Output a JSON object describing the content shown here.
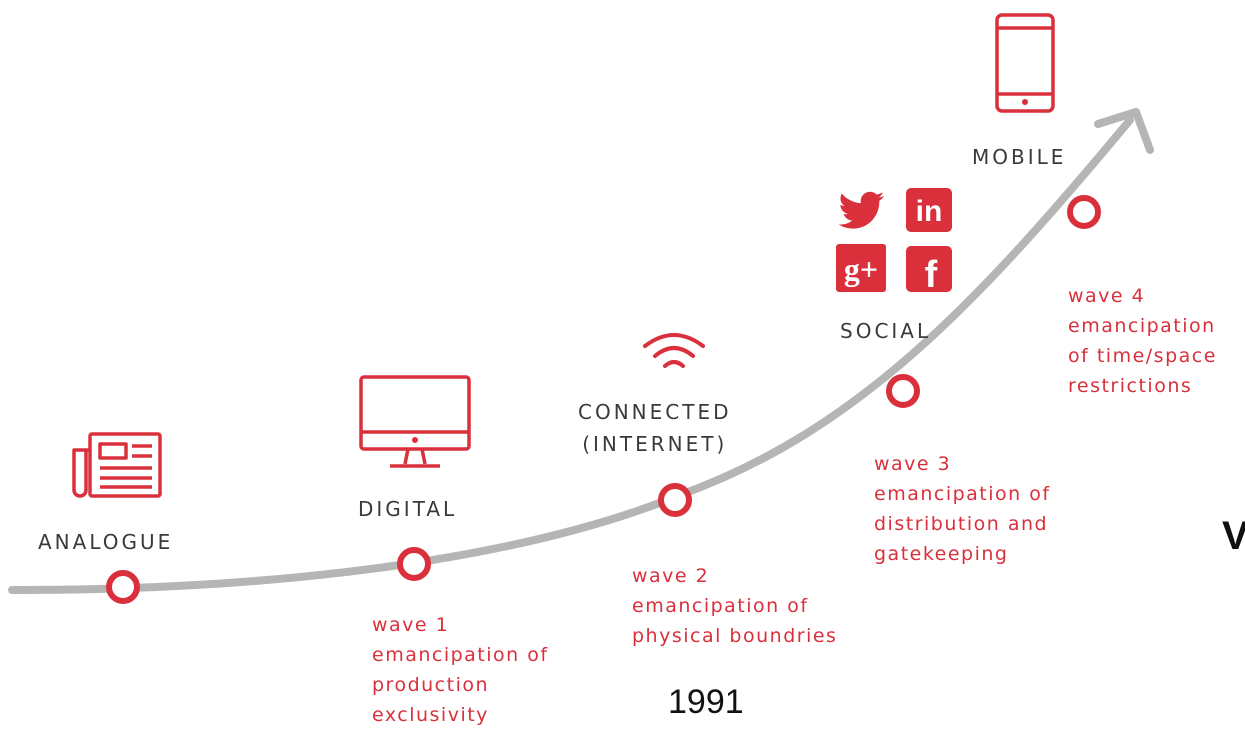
{
  "colors": {
    "accent": "#d9303c",
    "curve": "#b5b5b5",
    "label": "#3a3a3a"
  },
  "stages": [
    {
      "id": "analogue",
      "label": "ANALOGUE",
      "icon": "newspaper-icon"
    },
    {
      "id": "digital",
      "label": "DIGITAL",
      "icon": "desktop-monitor-icon"
    },
    {
      "id": "connected",
      "label": "CONNECTED\n(INTERNET)",
      "icon": "wifi-icon"
    },
    {
      "id": "social",
      "label": "SOCIAL",
      "icons": [
        "twitter-icon",
        "linkedin-icon",
        "google-plus-icon",
        "facebook-icon"
      ]
    },
    {
      "id": "mobile",
      "label": "MOBILE",
      "icon": "smartphone-icon"
    }
  ],
  "social_icon_text": {
    "linkedin": "in",
    "google_plus": "g+",
    "facebook": "f"
  },
  "waves": [
    {
      "title": "wave 1",
      "desc": "emancipation of\nproduction\nexclusivity"
    },
    {
      "title": "wave 2",
      "desc": "emancipation of\nphysical boundries"
    },
    {
      "title": "wave 3",
      "desc": "emancipation of\ndistribution and\ngatekeeping"
    },
    {
      "title": "wave 4",
      "desc": "emancipation\nof time/space\nrestrictions"
    }
  ],
  "year": "1991",
  "cut_off_text": "V"
}
